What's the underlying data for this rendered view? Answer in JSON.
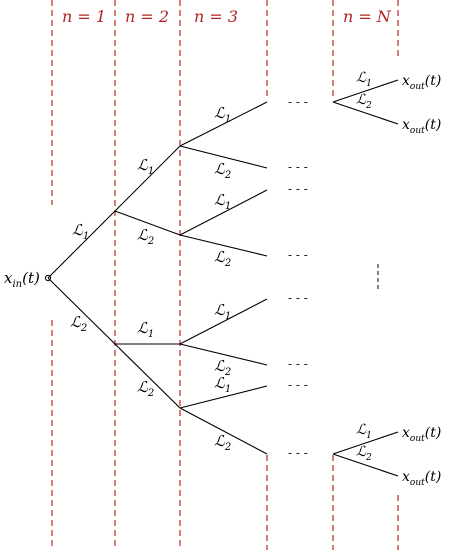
{
  "headers": {
    "n1": "n = 1",
    "n2": "n = 2",
    "n3": "n = 3",
    "nN": "n = N"
  },
  "input_label": "x",
  "input_sub": "in",
  "input_arg": "(t)",
  "output_label": "x",
  "output_sub": "out",
  "output_arg": "(t)",
  "L1": "ℒ",
  "L1_sub": "1",
  "L2": "ℒ",
  "L2_sub": "2",
  "ellipsis": "- - -",
  "colors": {
    "dashline": "#c0392b",
    "edge": "#000000"
  }
}
